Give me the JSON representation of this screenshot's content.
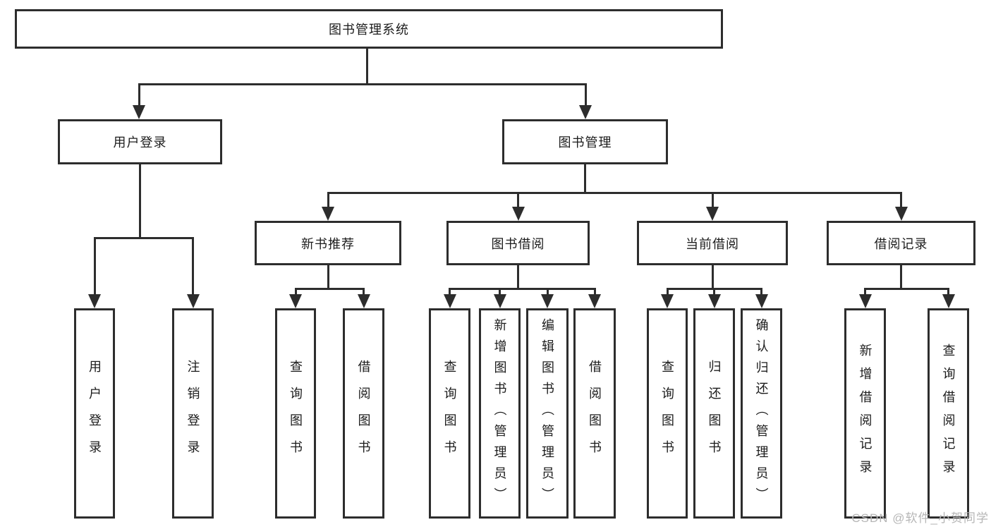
{
  "diagram": {
    "root": {
      "label": "图书管理系统"
    },
    "level2": [
      {
        "label": "用户登录"
      },
      {
        "label": "图书管理"
      }
    ],
    "level3": [
      {
        "label": "新书推荐"
      },
      {
        "label": "图书借阅"
      },
      {
        "label": "当前借阅"
      },
      {
        "label": "借阅记录"
      }
    ],
    "leaves": {
      "user_login": [
        "用户登录",
        "注销登录"
      ],
      "new_books": [
        "查询图书",
        "借阅图书"
      ],
      "book_borrow": [
        "查询图书",
        "新增图书（管理员）",
        "编辑图书（管理员）",
        "借阅图书"
      ],
      "current_borrow": [
        "查询图书",
        "归还图书",
        "确认归还（管理员）"
      ],
      "borrow_records": [
        "新增借阅记录",
        "查询借阅记录"
      ]
    }
  },
  "watermark": {
    "text": "CSDN @软件_小贺同学"
  },
  "colors": {
    "line": "#2d2d2d",
    "box_border": "#2d2d2d",
    "background": "#ffffff",
    "text": "#1c1c1c",
    "watermark": "#b6b6b6"
  }
}
